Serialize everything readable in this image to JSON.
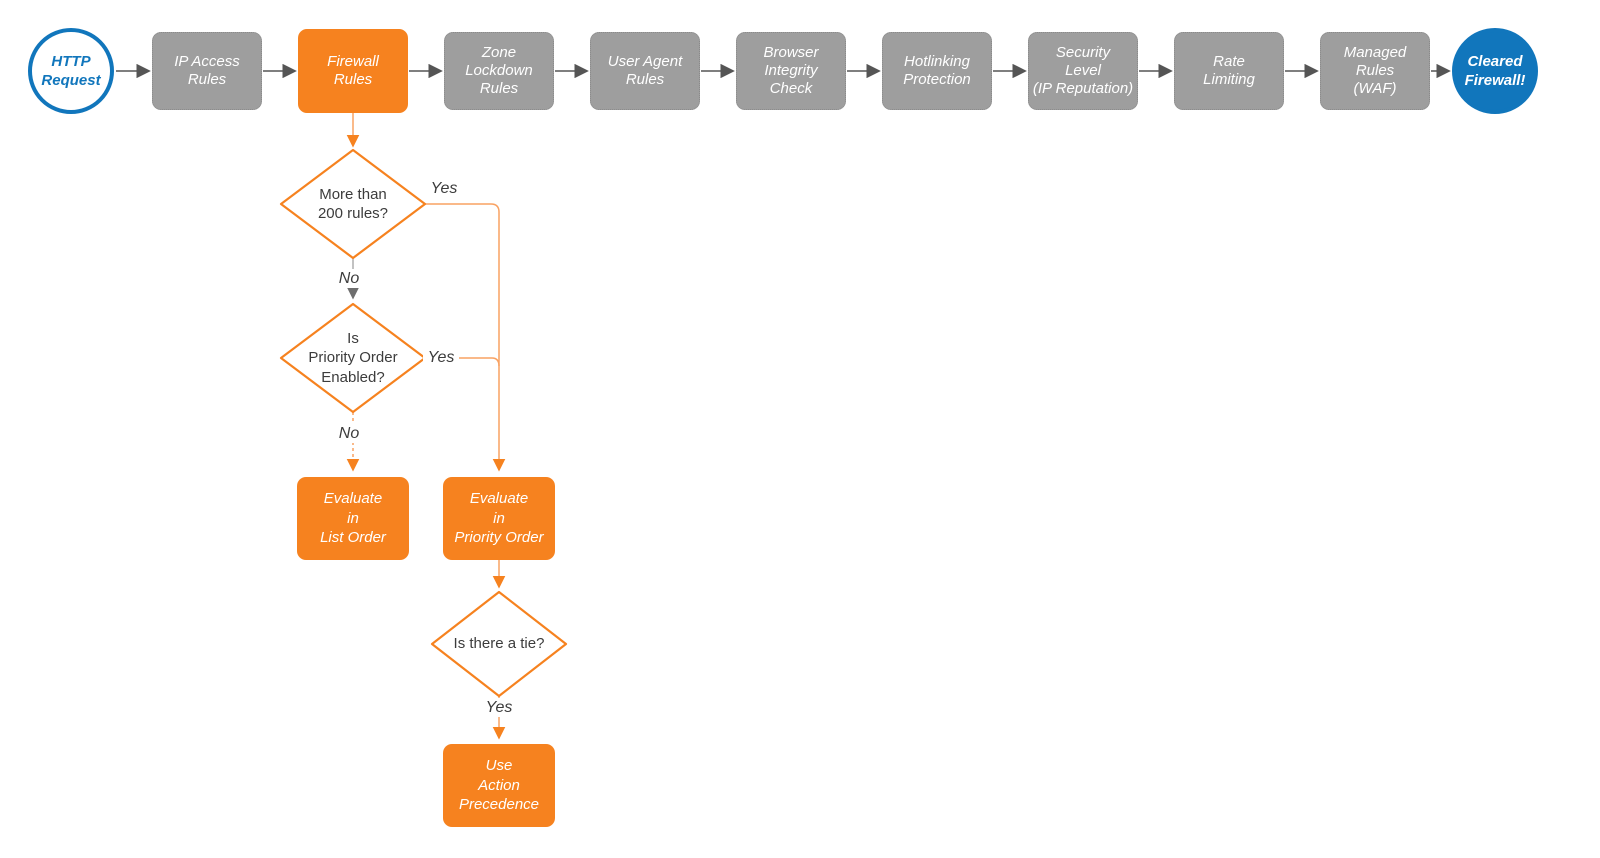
{
  "colors": {
    "orange": "#F6821F",
    "orange-line": "#F9A262",
    "blue": "#1176BC",
    "gray-node": "#9E9E9E",
    "edge-dark": "#555555",
    "edge-gray": "#A8A8A8",
    "edge-gray-head": "#6E6E6E",
    "text-dark": "#3C3C3C"
  },
  "flow": {
    "start": {
      "label": "HTTP\nRequest"
    },
    "steps": [
      {
        "label": "IP Access\nRules"
      },
      {
        "label": "Firewall\nRules",
        "highlight": true
      },
      {
        "label": "Zone\nLockdown\nRules"
      },
      {
        "label": "User Agent\nRules"
      },
      {
        "label": "Browser\nIntegrity\nCheck"
      },
      {
        "label": "Hotlinking\nProtection"
      },
      {
        "label": "Security\nLevel\n(IP Reputation)"
      },
      {
        "label": "Rate\nLimiting"
      },
      {
        "label": "Managed\nRules\n(WAF)"
      }
    ],
    "end": {
      "label": "Cleared\nFirewall!"
    },
    "decisions": [
      {
        "label": "More than\n200 rules?",
        "yes_label": "Yes",
        "no_label": "No"
      },
      {
        "label": "Is\nPriority Order\nEnabled?",
        "yes_label": "Yes",
        "no_label": "No"
      },
      {
        "label": "Is there a tie?",
        "yes_label": "Yes"
      }
    ],
    "actions": [
      {
        "label": "Evaluate\nin\nList Order"
      },
      {
        "label": "Evaluate\nin\nPriority Order"
      },
      {
        "label": "Use\nAction\nPrecedence"
      }
    ]
  }
}
